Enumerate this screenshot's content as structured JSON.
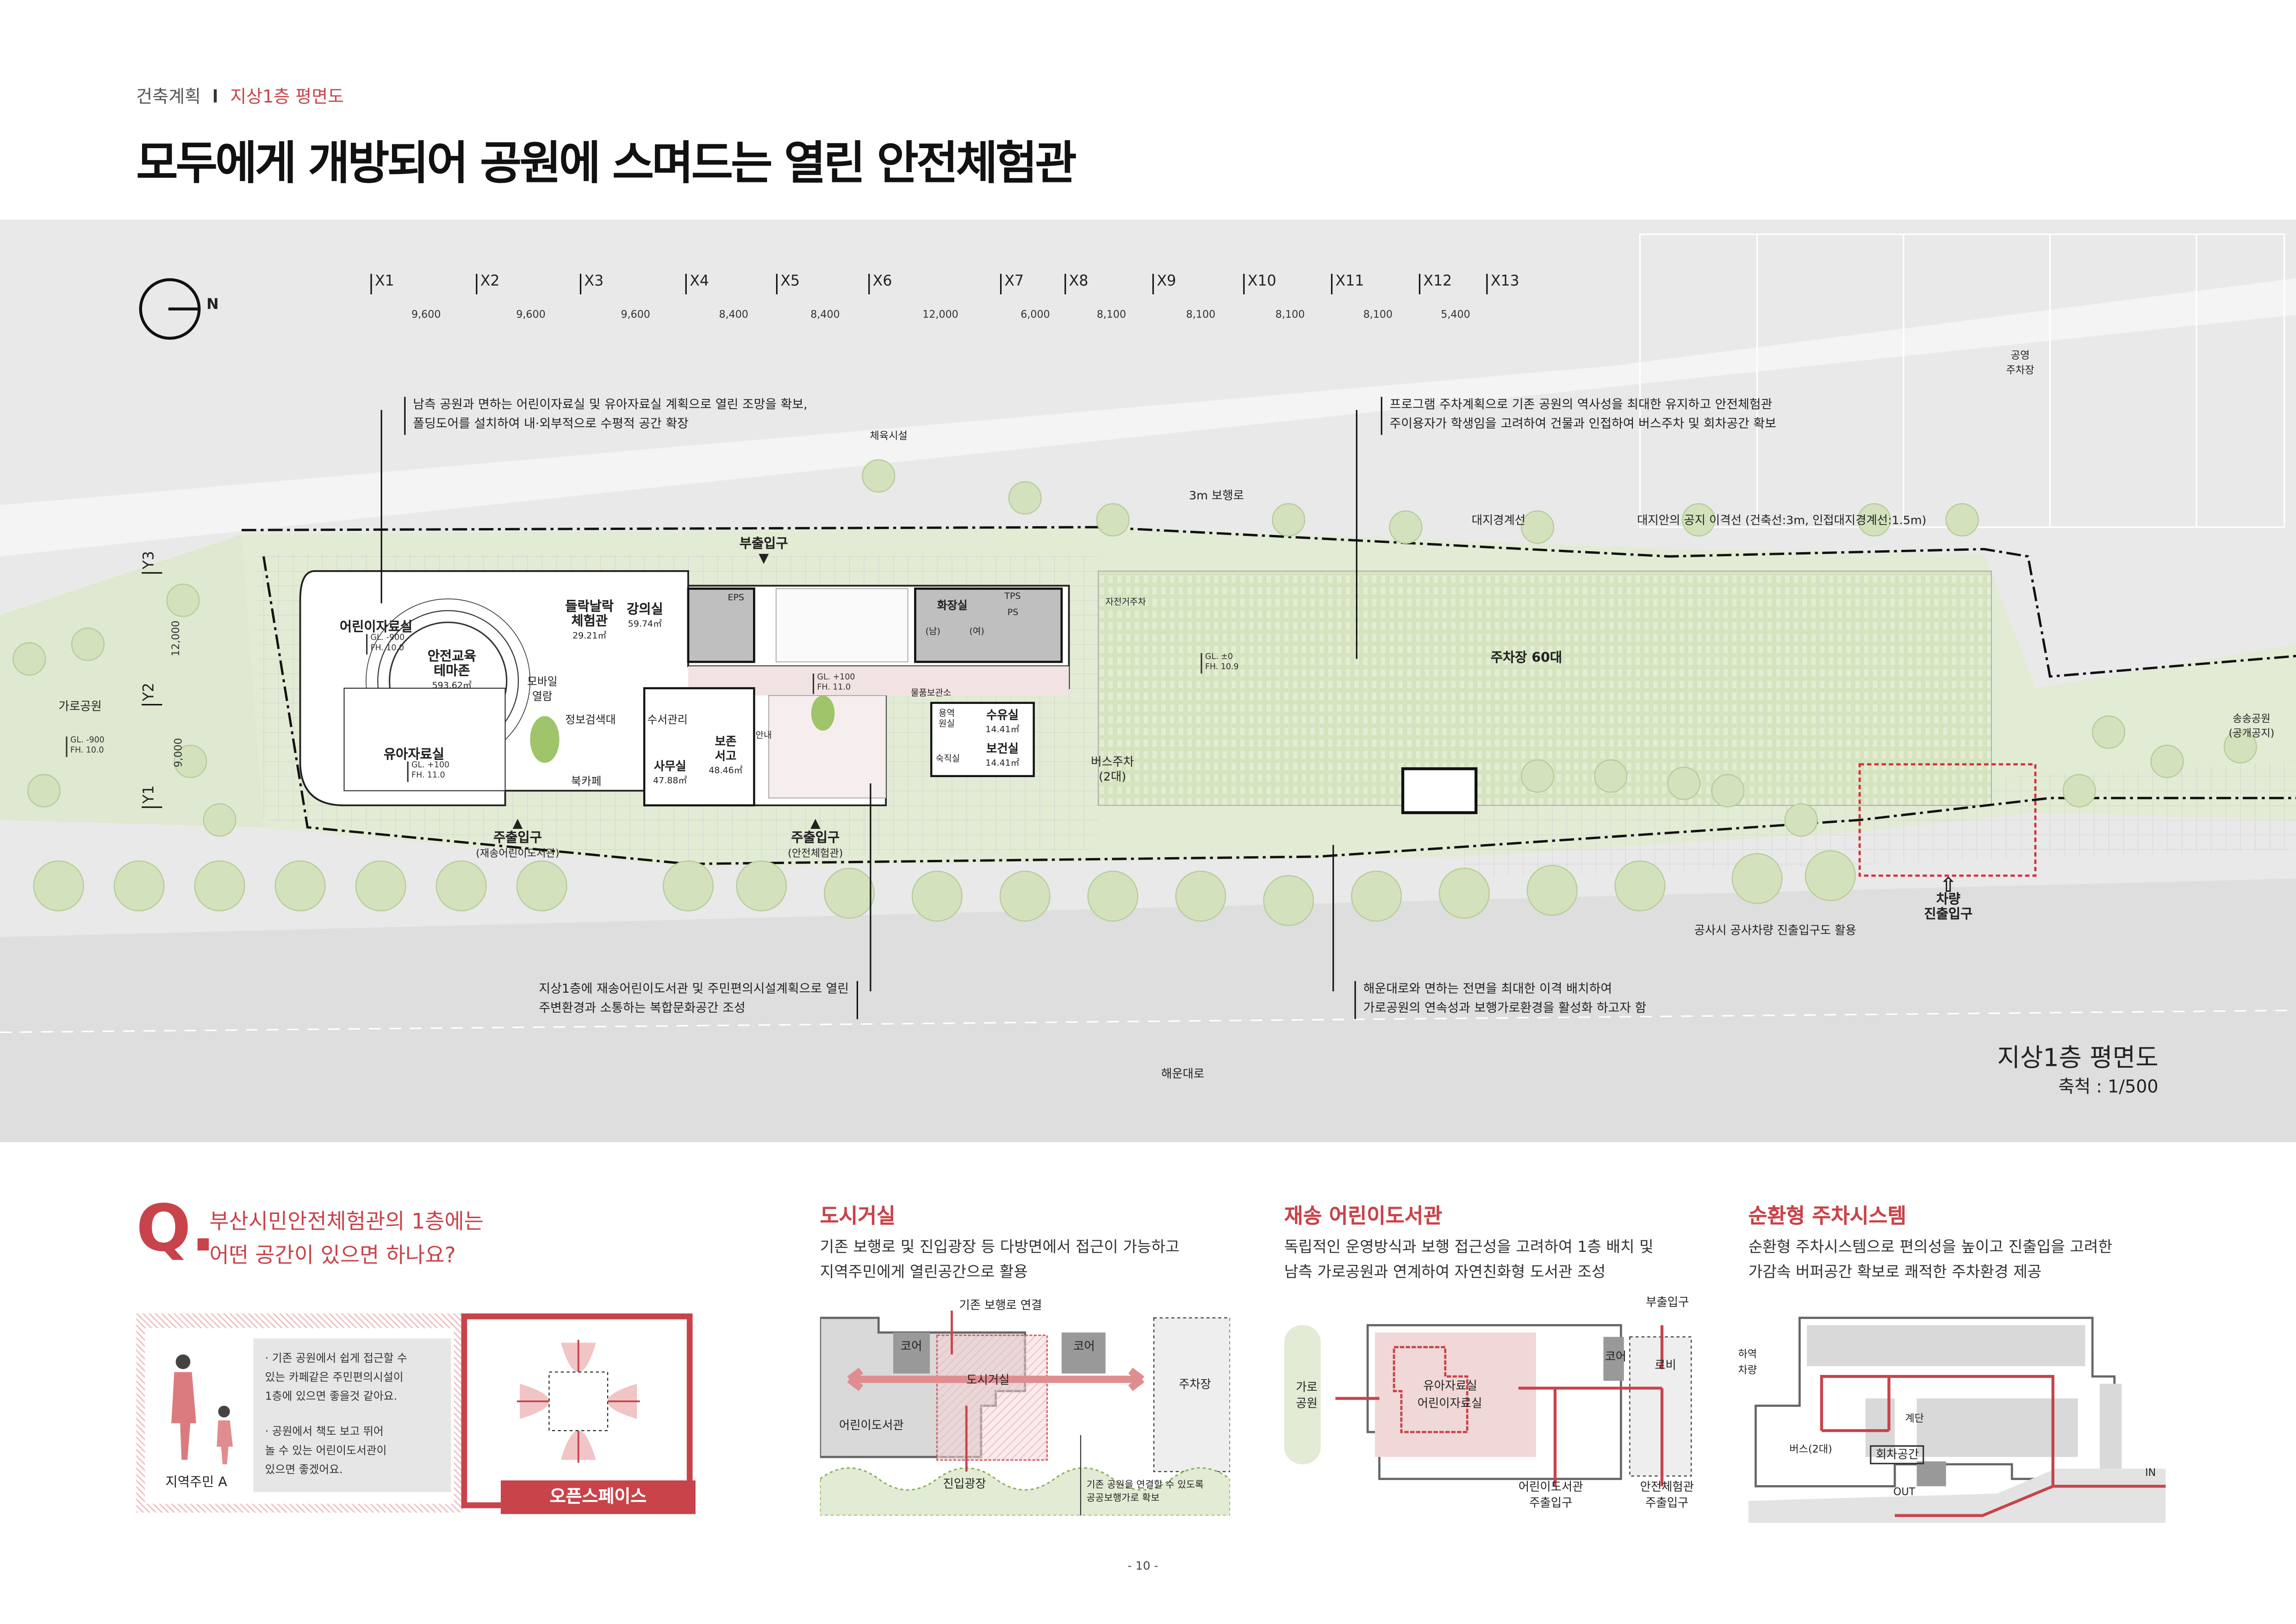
{
  "header": {
    "section": "건축계획",
    "page": "지상1층 평면도",
    "title": "모두에게 개방되어 공원에 스며드는 열린 안전체험관"
  },
  "grid": {
    "x_labels": [
      "X1",
      "X2",
      "X3",
      "X4",
      "X5",
      "X6",
      "X7",
      "X8",
      "X9",
      "X10",
      "X11",
      "X12",
      "X13"
    ],
    "x_dims": [
      "9,600",
      "9,600",
      "9,600",
      "8,400",
      "8,400",
      "12,000",
      "6,000",
      "8,100",
      "8,100",
      "8,100",
      "8,100",
      "5,400"
    ],
    "y_labels": [
      "Y3",
      "Y2",
      "Y1"
    ],
    "y_dims": [
      "12,000",
      "9,000"
    ],
    "north": "N"
  },
  "annotations": {
    "a1": [
      "남측 공원과 면하는 어린이자료실 및 유아자료실 계획으로 열린 조망을 확보,",
      "폴딩도어를 설치하여 내·외부적으로 수평적 공간 확장"
    ],
    "a2": [
      "프로그램 주차계획으로 기존 공원의 역사성을 최대한 유지하고 안전체험관",
      "주이용자가 학생임을 고려하여 건물과 인접하여 버스주차 및 회차공간 확보"
    ],
    "a3": [
      "지상1층에 재송어린이도서관 및 주민편의시설계획으로 열린",
      "주변환경과 소통하는 복합문화공간 조성"
    ],
    "a4": [
      "해운대로와 면하는 전면을 최대한 이격 배치하여",
      "가로공원의 연속성과 보행가로환경을 활성화 하고자 함"
    ]
  },
  "site": {
    "sports": "체육시설",
    "walkway": "3m 보행로",
    "boundary": "대지경계선",
    "setback": "대지안의 공지 이격선 (건축선:3m, 인접대지경계선:1.5m)",
    "public_parking": [
      "공영",
      "주차장"
    ],
    "street_park": "가로공원",
    "songsong": [
      "송송공원",
      "(공개공지)"
    ],
    "road": "해운대로",
    "construction": "공사시 공사차량 진출입구도 활용",
    "vehicle_entry": [
      "차량",
      "진출입구"
    ],
    "bus": [
      "버스주차",
      "(2대)"
    ],
    "parking": "주차장 60대",
    "bike": "자전거주차"
  },
  "rooms": {
    "kids": "어린이자료실",
    "edu": [
      "안전교육",
      "테마존"
    ],
    "edu_area": "593.62㎡",
    "exp": [
      "들락날락",
      "체험관"
    ],
    "exp_area": "29.21㎡",
    "lecture": "강의실",
    "lecture_area": "59.74㎡",
    "mobile": [
      "모바일",
      "열람"
    ],
    "search": "정보검색대",
    "acq": "수서관리",
    "infant": "유아자료실",
    "cafe": "북카페",
    "office": "사무실",
    "office_area": "47.88㎡",
    "archive": [
      "보존",
      "서고"
    ],
    "archive_area": "48.46㎡",
    "info": "안내",
    "wc": "화장실",
    "wc_m": "(남)",
    "wc_f": "(여)",
    "eps": "EPS",
    "tps": "TPS",
    "ps": "PS",
    "storage": "물품보관소",
    "service": [
      "용역",
      "원실"
    ],
    "night": "숙직실",
    "nursing": "수유실",
    "nursing_area": "14.41㎡",
    "health": "보건실",
    "health_area": "14.41㎡"
  },
  "entries": {
    "sub": "부출입구",
    "main_lib": "주출입구",
    "main_lib_sub": "(재송어린이도서관)",
    "main_safety": "주출입구",
    "main_safety_sub": "(안전체험관)"
  },
  "levels": {
    "l1": [
      "GL. -900",
      "FH. 10.0"
    ],
    "l2": [
      "GL. +100",
      "FH. 11.0"
    ],
    "l3": [
      "GL. ±0",
      "FH. 10.9"
    ],
    "l4": [
      "GL. -900",
      "FH. 10.0"
    ],
    "l5": [
      "GL. +100",
      "FH. 11.0"
    ]
  },
  "plan": {
    "title": "지상1층 평면도",
    "scale": "축척 : 1/500"
  },
  "question": {
    "mark": "Q.",
    "lines": [
      "부산시민안전체험관의 1층에는",
      "어떤 공간이 있으면 하나요?"
    ],
    "bullets": [
      [
        "· 기존 공원에서 쉽게 접근할 수",
        "있는 카페같은 주민편의시설이",
        "1층에 있으면 좋을것 같아요."
      ],
      [
        "· 공원에서 책도 보고 뛰어",
        "놀 수 있는 어린이도서관이",
        "있으면 좋겠어요."
      ]
    ],
    "person": "지역주민 A",
    "open_space": "오픈스페이스"
  },
  "city_living": {
    "title": "도시거실",
    "desc": [
      "기존 보행로 및 진입광장 등 다방면에서 접근이 가능하고",
      "지역주민에게 열린공간으로 활용"
    ],
    "labels": {
      "walk": "기존 보행로 연결",
      "core1": "코어",
      "core2": "코어",
      "center": "도시거실",
      "parking": "주차장",
      "library": "어린이도서관",
      "plaza": "진입광장",
      "park": [
        "기존 공원을 연결할 수 있도록",
        "공공보행가로 확보"
      ]
    }
  },
  "library": {
    "title": "재송 어린이도서관",
    "desc": [
      "독립적인 운영방식과 보행 접근성을 고려하여 1층 배치 및",
      "남측 가로공원과 연계하여 자연친화형 도서관 조성"
    ],
    "labels": {
      "sub": "부출입구",
      "core": "코어",
      "lobby": "로비",
      "park": [
        "가로",
        "공원"
      ],
      "infant": "유아자료실",
      "kids": "어린이자료실",
      "lib_entry": [
        "어린이도서관",
        "주출입구"
      ],
      "safety_entry": [
        "안전체험관",
        "주출입구"
      ]
    }
  },
  "parking_sys": {
    "title": "순환형 주차시스템",
    "desc": [
      "순환형 주차시스템으로 편의성을 높이고 진출입을 고려한",
      "가감속 버퍼공간 확보로 쾌적한 주차환경 제공"
    ],
    "labels": {
      "loading": [
        "하역",
        "차량"
      ],
      "stairs": "계단",
      "bus": "버스(2대)",
      "turn": "회차공간",
      "out": "OUT",
      "in": "IN"
    }
  },
  "page_number": "- 10 -",
  "colors": {
    "accent": "#c8434a",
    "green": "#d9e6c6",
    "gray": "#e6e6e6"
  }
}
